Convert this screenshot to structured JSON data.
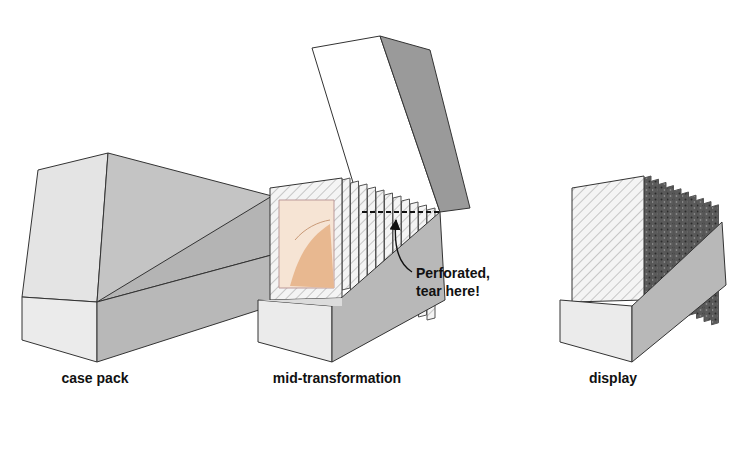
{
  "diagram": {
    "labels": [
      "case pack",
      "mid-transformation",
      "display",
      "Perforated, tear here!"
    ]
  }
}
